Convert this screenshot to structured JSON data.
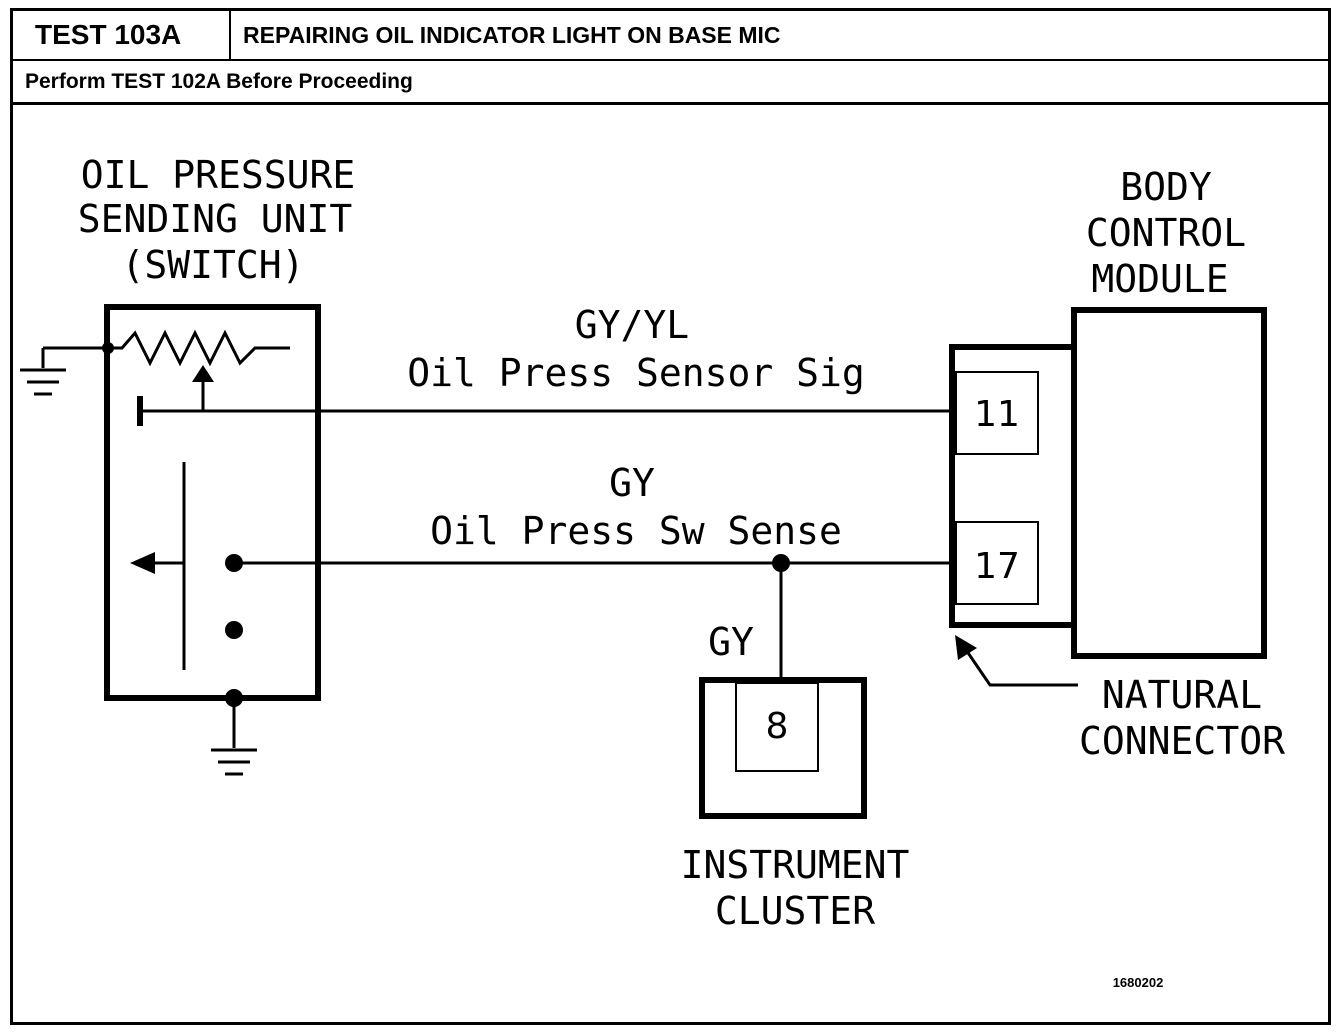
{
  "header": {
    "test_id": "TEST 103A",
    "title": "REPAIRING OIL INDICATOR LIGHT ON BASE MIC",
    "prerequisite": "Perform TEST 102A Before Proceeding"
  },
  "diagram": {
    "sending_unit": {
      "line1": "OIL PRESSURE",
      "line2": "SENDING UNIT",
      "line3": "(SWITCH)"
    },
    "bcm": {
      "line1": "BODY",
      "line2": "CONTROL",
      "line3": "MODULE"
    },
    "wire1": {
      "color": "GY/YL",
      "name": "Oil Press Sensor Sig",
      "pin": "11"
    },
    "wire2": {
      "color": "GY",
      "name": "Oil Press Sw Sense",
      "pin": "17"
    },
    "wire3": {
      "color": "GY",
      "pin": "8"
    },
    "cluster": {
      "line1": "INSTRUMENT",
      "line2": "CLUSTER"
    },
    "connector": {
      "line1": "NATURAL",
      "line2": "CONNECTOR"
    },
    "figure_id": "1680202"
  }
}
